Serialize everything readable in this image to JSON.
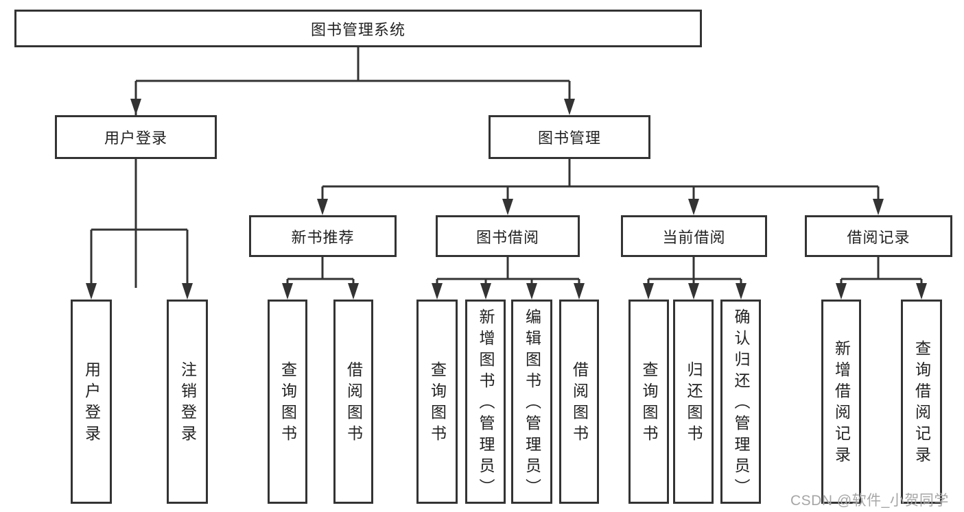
{
  "tree": {
    "root": "图书管理系统",
    "children": [
      {
        "label": "用户登录",
        "children": [
          "用户登录",
          "注销登录"
        ]
      },
      {
        "label": "图书管理",
        "children": [
          {
            "label": "新书推荐",
            "children": [
              "查询图书",
              "借阅图书"
            ]
          },
          {
            "label": "图书借阅",
            "children": [
              "查询图书",
              "新增图书（管理员）",
              "编辑图书（管理员）",
              "借阅图书"
            ]
          },
          {
            "label": "当前借阅",
            "children": [
              "查询图书",
              "归还图书",
              "确认归还（管理员）"
            ]
          },
          {
            "label": "借阅记录",
            "children": [
              "新增借阅记录",
              "查询借阅记录"
            ]
          }
        ]
      }
    ]
  },
  "watermark": "CSDN @软件_小贺同学",
  "colors": {
    "line": "#333333",
    "text": "#222222",
    "watermark": "#a6a6a6",
    "background": "#ffffff"
  }
}
